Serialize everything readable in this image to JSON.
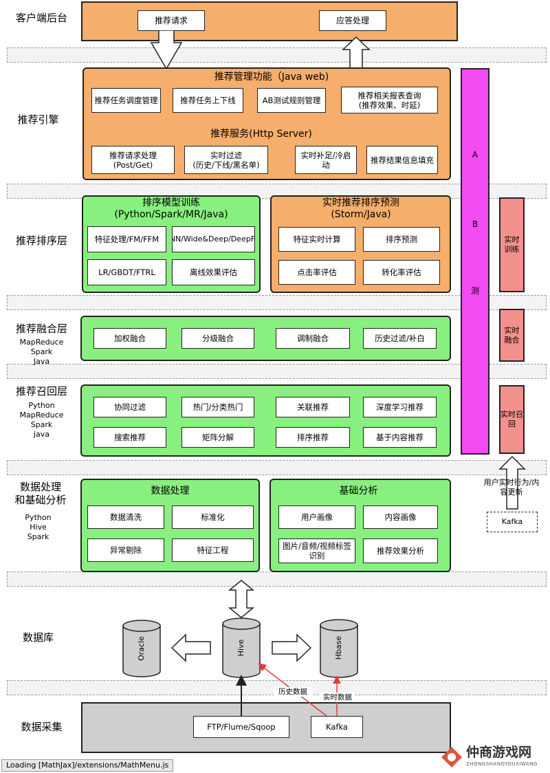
{
  "layers": {
    "client": "客户端后台",
    "engine": "推荐引擎",
    "rank": "推荐排序层",
    "fusion": "推荐融合层",
    "fusion_tech": "MapReduce\nSpark\nJava",
    "recall": "推荐召回层",
    "recall_tech": "Python\nMapReduce\nSpark\njava",
    "data": "数据处理\n和基础分析",
    "data_tech": "Python\nHive\nSpark",
    "db": "数据库",
    "collect": "数据采集"
  },
  "client": {
    "request": "推荐请求",
    "response": "应答处理"
  },
  "engine": {
    "mgmt_title": "推荐管理功能（Java web)",
    "mgmt": [
      "推荐任务调度管理",
      "推荐任务上下线",
      "AB测试规则管理",
      "推荐相关报表查询\n(推荐效果、时延)"
    ],
    "service_title": "推荐服务(Http Server)",
    "service": [
      "推荐请求处理\n(Post/Get)",
      "实时过滤\n(历史/下线/黑名单)",
      "实时补足/冷启\n动",
      "推荐结果信息填充"
    ]
  },
  "rank": {
    "offline_title": "排序模型训练\n(Python/Spark/MR/Java)",
    "offline": [
      "特征处理/FM/FFM",
      "FNN/Wide&Deep/DeepFM",
      "LR/GBDT/FTRL",
      "离线效果评估"
    ],
    "realtime_title": "实时推荐排序预测\n(Storm/Java)",
    "realtime": [
      "特征实时计算",
      "排序预测",
      "点击率评估",
      "转化率评估"
    ]
  },
  "fusion": {
    "items": [
      "加权融合",
      "分级融合",
      "调制融合",
      "历史过滤/补白"
    ]
  },
  "recall": {
    "items": [
      "协同过滤",
      "热门/分类热门",
      "关联推荐",
      "深度学习推荐",
      "搜索推荐",
      "矩阵分解",
      "排序推荐",
      "基于内容推荐"
    ]
  },
  "data": {
    "proc_title": "数据处理",
    "proc": [
      "数据清洗",
      "标准化",
      "异常剔除",
      "特征工程"
    ],
    "basic_title": "基础分析",
    "basic": [
      "用户画像",
      "内容画像",
      "图片/音频/视频标签\n识别",
      "推荐效果分析"
    ]
  },
  "db": {
    "oracle": "Oracle",
    "hive": "Hive",
    "hbase": "Hbase"
  },
  "collect": {
    "ftp": "FTP/Flume/Sqoop",
    "kafka": "Kafka",
    "history_data": "历史数据",
    "realtime_data": "实时数据"
  },
  "side": {
    "ab_a": "A",
    "ab_b": "B",
    "ab_test": "测",
    "rt_train": "实时\n训练",
    "rt_fusion": "实时\n融合",
    "rt_recall": "实时召\n回",
    "user_update": "用户实时行为/内\n容更新",
    "kafka": "Kafka"
  },
  "watermark": {
    "brand": "仲商游戏网",
    "domain": "ZHONGSHANGYOUXIWANG"
  },
  "status": "Loading [MathJax]/extensions/MathMenu.js",
  "colors": {
    "orange": "#f5ae6b",
    "green": "#88f07e",
    "magenta": "#f24cf2",
    "pink": "#f2918c",
    "grey": "#cfcfcf",
    "red_arrow": "#e53935"
  }
}
